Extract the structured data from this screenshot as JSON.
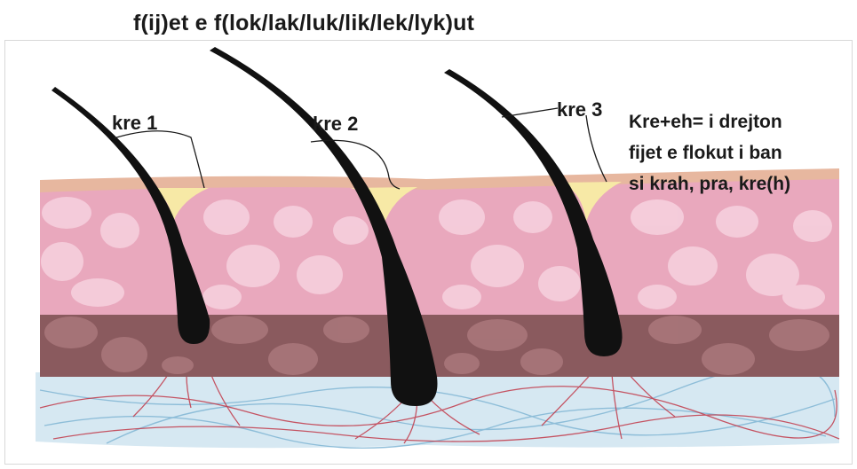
{
  "title": "f(ij)et  e  f(lok/lak/luk/lik/lek/lyk)ut",
  "labels": {
    "hair1": "kre 1",
    "hair2": "kre 2",
    "hair3": "kre 3"
  },
  "note": {
    "line1": "Kre+eh= i drejton",
    "line2": "fijet e flokut i ban",
    "line3": "si krah, pra, kre(h)"
  },
  "colors": {
    "epidermis": "#e7b79f",
    "dermis": "#e9a8bd",
    "dermis_cells": "#f6cfdd",
    "hypodermis": "#8a5a5e",
    "subcutis": "#cfe3ee",
    "sebum": "#f7e9a6",
    "hair": "#111111",
    "vessel": "#c23a4a"
  }
}
